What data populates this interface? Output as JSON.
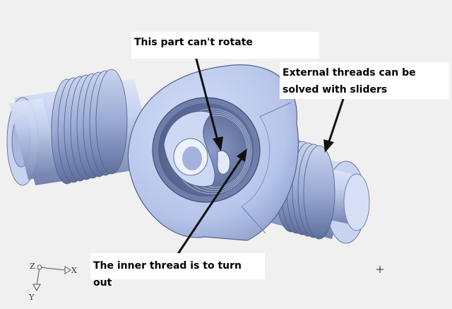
{
  "callouts": {
    "top": "This part can't rotate",
    "right_line1": "External threads can be",
    "right_line2": "solved with sliders",
    "bottom": "The inner thread is to turn out"
  },
  "triad": {
    "z_label": "Z",
    "x_label": "X",
    "y_label": "Y"
  },
  "colors": {
    "background": "#f0f0f0",
    "part_fill": "#b8c8ec",
    "part_shadow": "#7c8cb8",
    "part_highlight": "#dfe6f8",
    "arrow": "#111111",
    "callout_bg": "#ffffff"
  }
}
